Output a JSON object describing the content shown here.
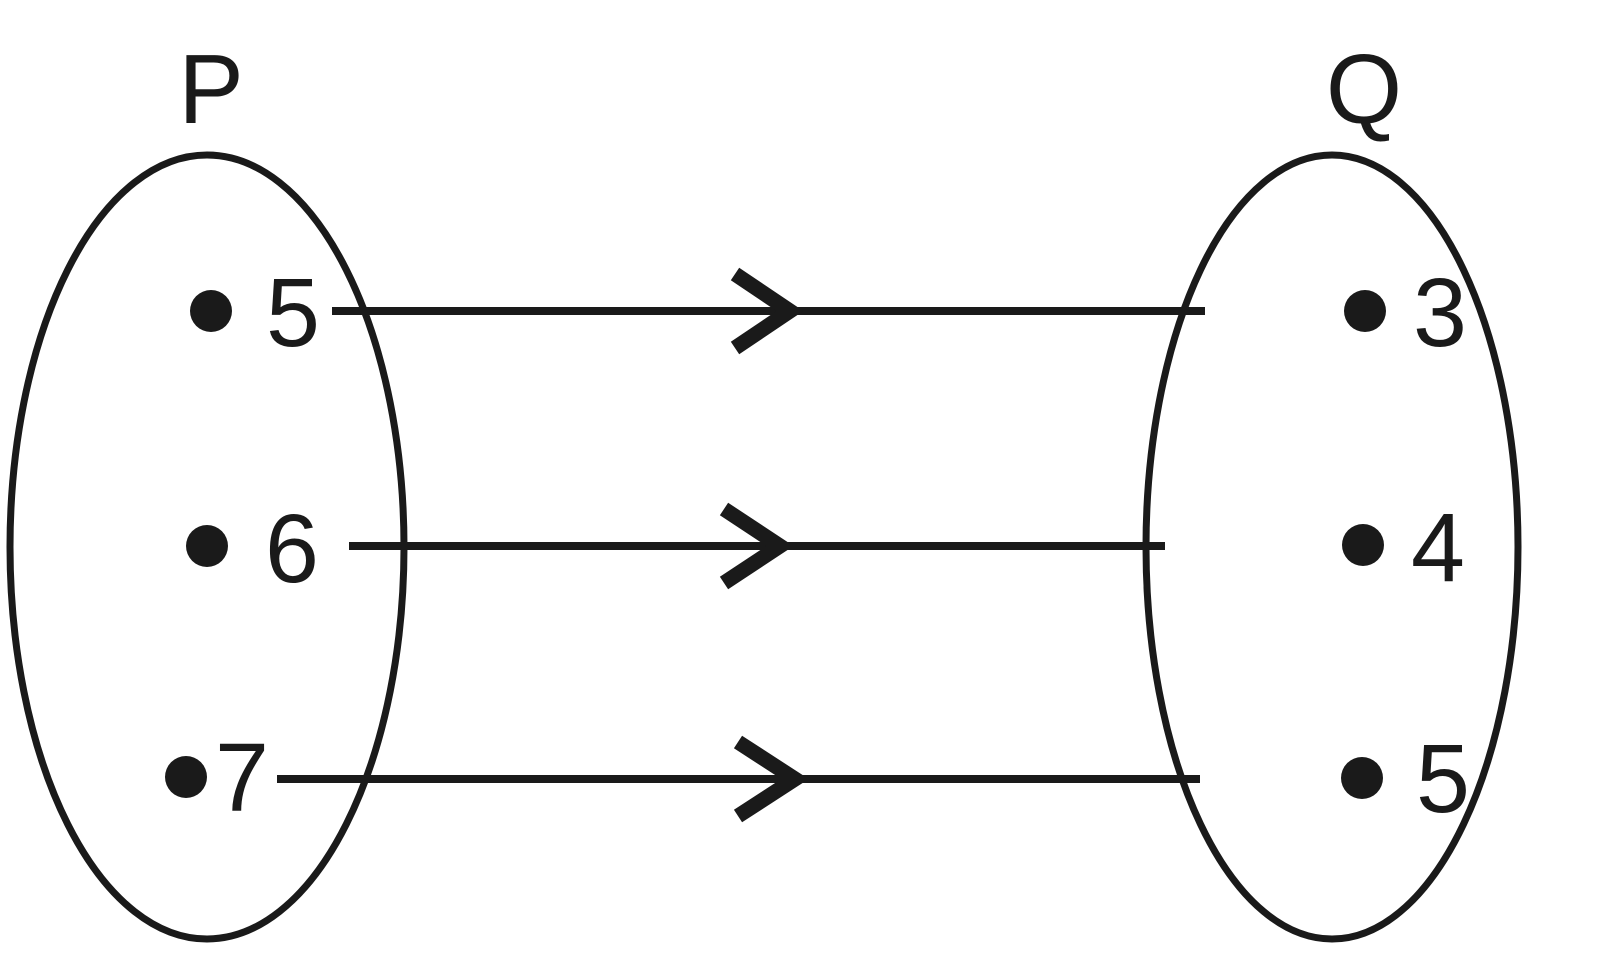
{
  "colors": {
    "ink": "#1a1a1a",
    "background": "#ffffff"
  },
  "diagram": {
    "type": "set-mapping-arrow-diagram",
    "left_set": {
      "label": "P",
      "elements": [
        "5",
        "6",
        "7"
      ]
    },
    "right_set": {
      "label": "Q",
      "elements": [
        "3",
        "4",
        "5"
      ]
    },
    "mappings": [
      {
        "from": "5",
        "to": "3"
      },
      {
        "from": "6",
        "to": "4"
      },
      {
        "from": "7",
        "to": "5"
      }
    ]
  }
}
